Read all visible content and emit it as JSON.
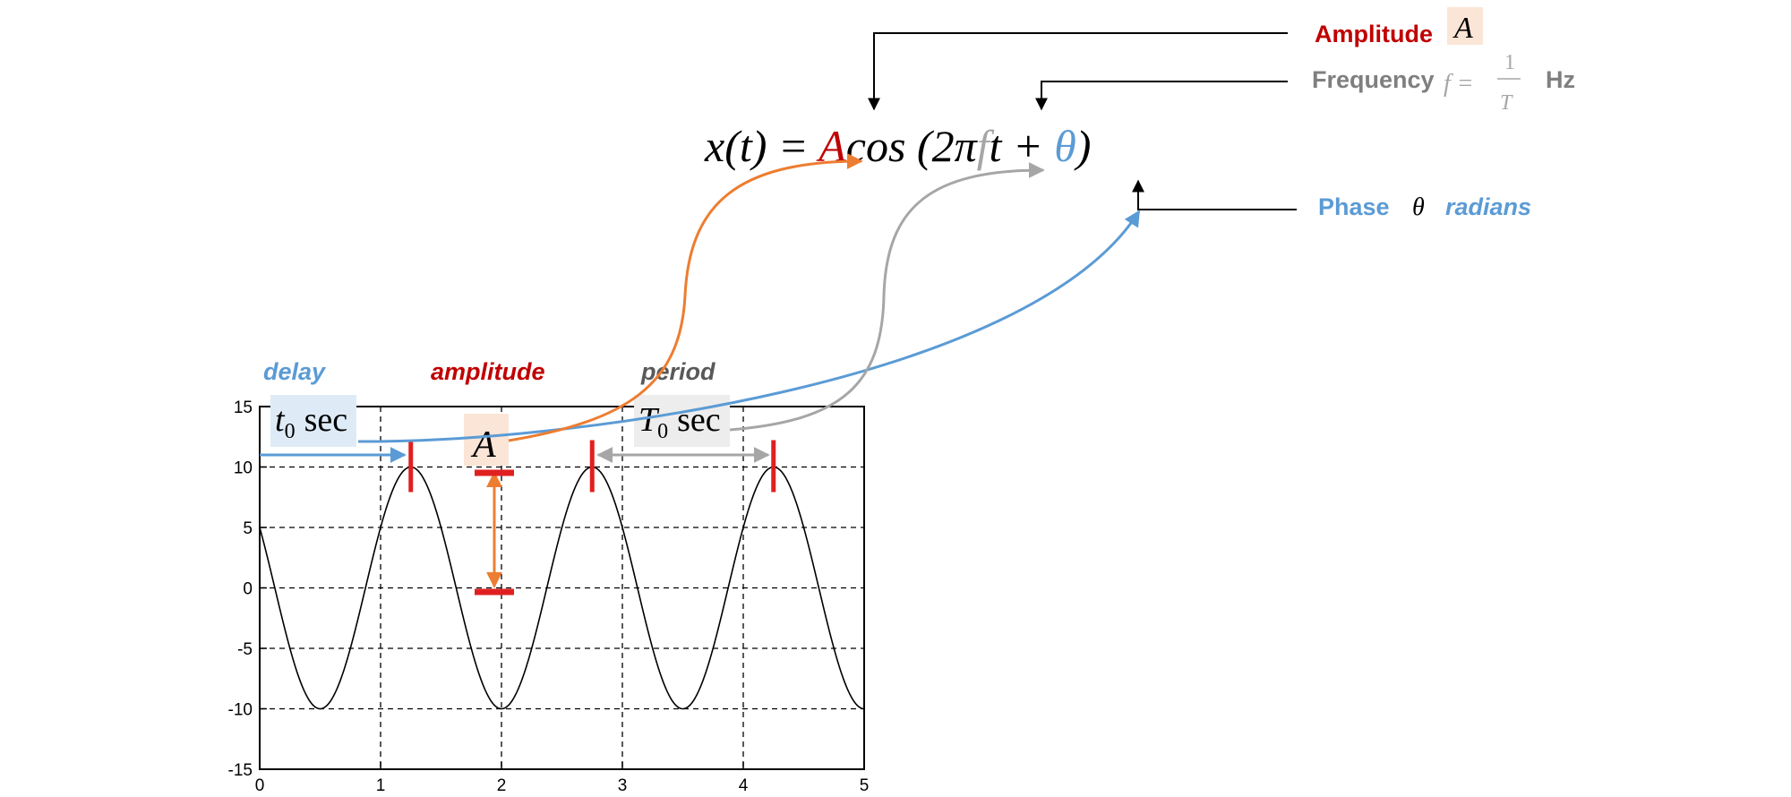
{
  "equation": {
    "lhs": "x(t) = ",
    "amp": "A",
    "cos": "cos (2π",
    "freq": "f",
    "t_plus": "t + ",
    "phase": "θ",
    "close": ")"
  },
  "labels": {
    "amplitude_title": "Amplitude",
    "amplitude_symbol": "A",
    "frequency_title": "Frequency",
    "frequency_lhs": "f =",
    "frequency_num": "1",
    "frequency_den": "T",
    "frequency_unit": "Hz",
    "phase_title": "Phase",
    "phase_symbol": "θ",
    "phase_unit": "radians",
    "delay": "delay",
    "amplitude": "amplitude",
    "period": "period",
    "t0_symbol": "t",
    "t0_sub": "0",
    "t0_unit": "sec",
    "amp_box": "A",
    "T0_symbol": "T",
    "T0_sub": "0",
    "T0_unit": "sec"
  },
  "colors": {
    "amplitude": "#c00000",
    "frequency": "#7f7f7f",
    "phase": "#5b9bd5",
    "orange": "#ed7d31",
    "gray": "#a6a6a6",
    "marker": "#e02020"
  },
  "chart_data": {
    "type": "line",
    "function": "10*cos(2*pi*(t-1.25)/1.5)",
    "xlim": [
      0,
      5
    ],
    "ylim": [
      -15,
      15
    ],
    "xticks": [
      "0",
      "1",
      "2",
      "3",
      "4",
      "5"
    ],
    "yticks": [
      "15",
      "10",
      "5",
      "0",
      "-5",
      "-10",
      "-15"
    ],
    "grid": true,
    "amplitude": 10,
    "period": 1.5,
    "delay": 1.25,
    "peaks": [
      1.25,
      2.75,
      4.25
    ]
  }
}
